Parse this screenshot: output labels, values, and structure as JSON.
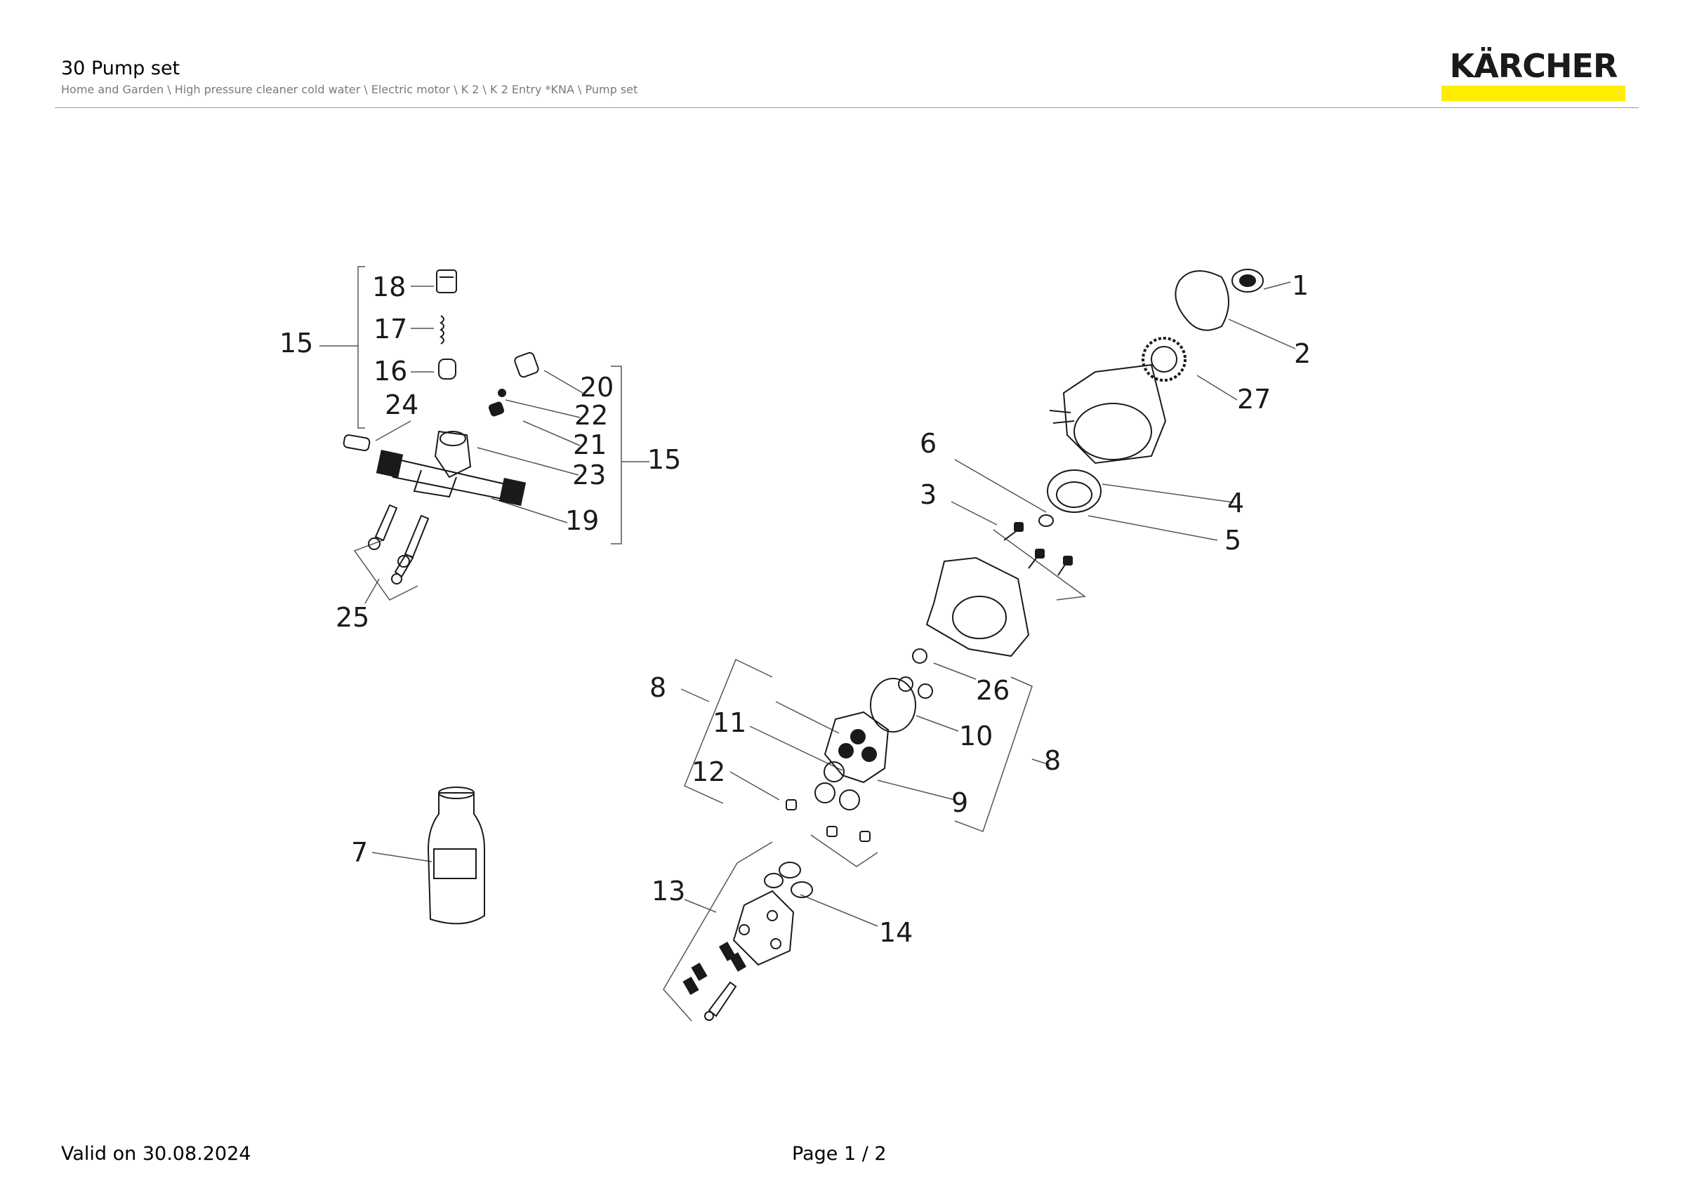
{
  "header": {
    "title": "30 Pump set",
    "breadcrumb": "Home and Garden \\ High pressure cleaner cold water \\ Electric motor \\ K 2 \\ K 2 Entry *KNA \\ Pump set"
  },
  "logo": {
    "text": "KÄRCHER",
    "accent_color": "#ffed00"
  },
  "diagram": {
    "labels": {
      "p1": "1",
      "p2": "2",
      "p3": "3",
      "p4": "4",
      "p5": "5",
      "p6": "6",
      "p7": "7",
      "p8a": "8",
      "p8b": "8",
      "p9": "9",
      "p10": "10",
      "p11": "11",
      "p12": "12",
      "p13": "13",
      "p14": "14",
      "p15a": "15",
      "p15b": "15",
      "p16": "16",
      "p17": "17",
      "p18": "18",
      "p19": "19",
      "p20": "20",
      "p21": "21",
      "p22": "22",
      "p23": "23",
      "p24": "24",
      "p25": "25",
      "p26": "26",
      "p27": "27"
    }
  },
  "footer": {
    "valid": "Valid on 30.08.2024",
    "page": "Page 1 / 2"
  }
}
